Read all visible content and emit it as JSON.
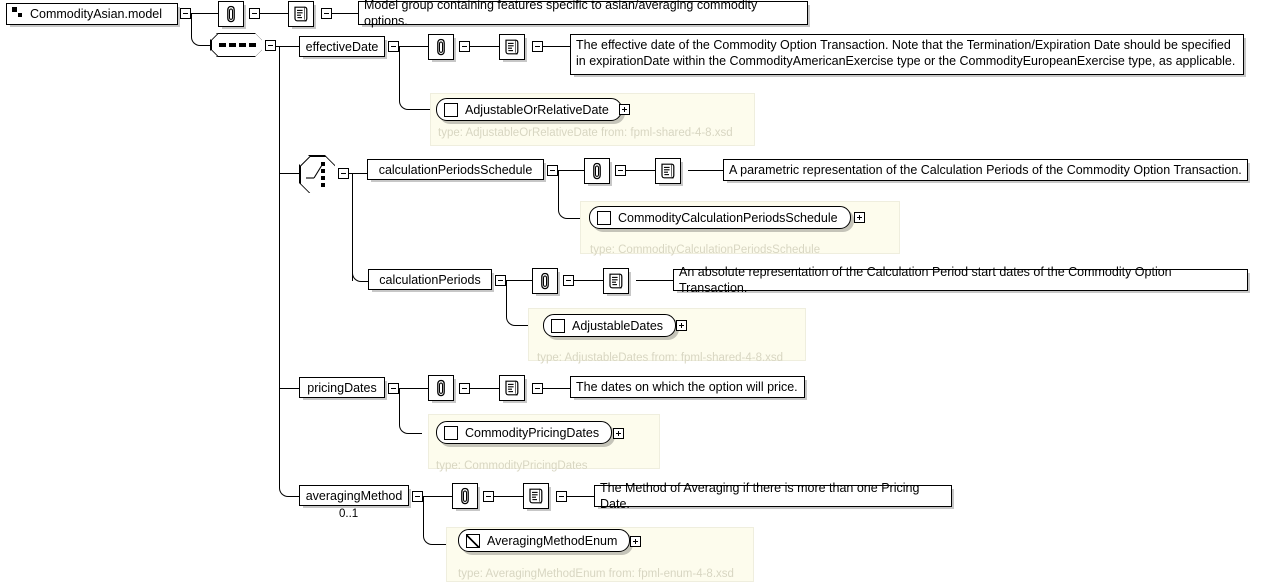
{
  "diagram": {
    "title": "CommodityAsian.model",
    "root": {
      "label": "CommodityAsian.model",
      "icon": "model-group-icon",
      "documentation": "Model group containing features specific to asian/averaging commodity options."
    },
    "compositors": [
      {
        "name": "sequence-compositor",
        "icon": "sequence-icon"
      },
      {
        "name": "choice-compositor",
        "icon": "choice-icon"
      }
    ],
    "elements": [
      {
        "name": "effectiveDate",
        "label": "effectiveDate",
        "cardinality": "",
        "documentation": "The effective date of the Commodity Option Transaction. Note that the Termination/Expiration Date should be specified in expirationDate within the CommodityAmericanExercise type or the CommodityEuropeanExercise type, as applicable.",
        "type_ref": {
          "label": "AdjustableOrRelativeDate",
          "icon": "complex-type-icon",
          "type_text": "type: AdjustableOrRelativeDate from: fpml-shared-4-8.xsd"
        }
      },
      {
        "name": "calculationPeriodsSchedule",
        "label": "calculationPeriodsSchedule",
        "cardinality": "",
        "documentation": "A parametric representation of the Calculation Periods of the Commodity Option Transaction.",
        "type_ref": {
          "label": "CommodityCalculationPeriodsSchedule",
          "icon": "complex-type-icon",
          "type_text": "type: CommodityCalculationPeriodsSchedule"
        }
      },
      {
        "name": "calculationPeriods",
        "label": "calculationPeriods",
        "cardinality": "",
        "documentation": "An absolute representation of the Calculation Period start dates of the Commodity Option Transaction.",
        "type_ref": {
          "label": "AdjustableDates",
          "icon": "complex-type-icon",
          "type_text": "type: AdjustableDates from: fpml-shared-4-8.xsd"
        }
      },
      {
        "name": "pricingDates",
        "label": "pricingDates",
        "cardinality": "",
        "documentation": "The dates on which the option will price.",
        "type_ref": {
          "label": "CommodityPricingDates",
          "icon": "complex-type-icon",
          "type_text": "type: CommodityPricingDates"
        }
      },
      {
        "name": "averagingMethod",
        "label": "averagingMethod",
        "cardinality": "0..1",
        "documentation": "The Method of Averaging if there is more than one Pricing Date.",
        "type_ref": {
          "label": "AveragingMethodEnum",
          "icon": "simple-type-icon",
          "type_text": "type: AveragingMethodEnum from: fpml-enum-4-8.xsd"
        }
      }
    ],
    "icons": {
      "annotation": "annotation-icon",
      "documentation": "documentation-icon",
      "expand": "expand-toggle-icon",
      "collapse": "collapse-toggle-icon"
    },
    "colors": {
      "panel_background": "#fdfced",
      "panel_border": "#efeede",
      "type_text": "#d8d6c2",
      "line": "#000000",
      "box_background": "#ffffff"
    }
  }
}
